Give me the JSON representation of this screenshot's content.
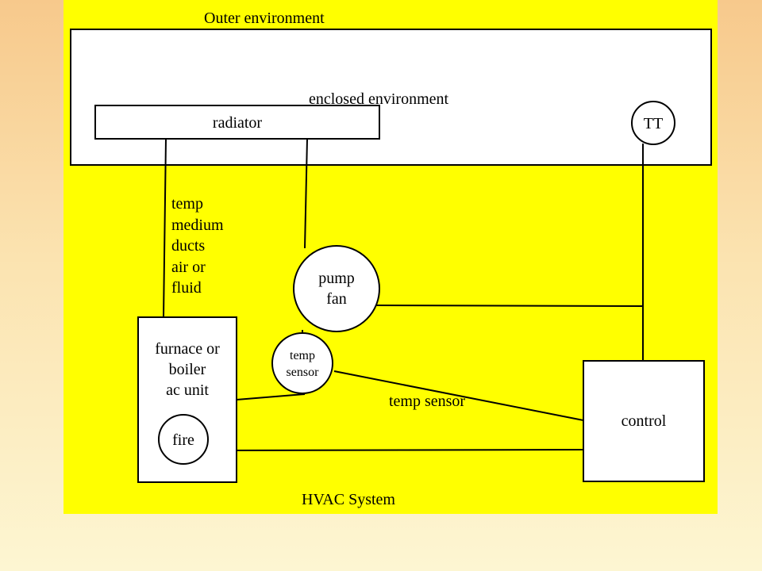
{
  "diagram": {
    "outer_label": "Outer environment",
    "enclosed_label": "enclosed environment",
    "radiator_label": "radiator",
    "tt_label": "TT",
    "medium_lines": [
      "temp",
      "medium",
      "ducts",
      "air or",
      "fluid"
    ],
    "pump_lines": [
      "pump",
      "fan"
    ],
    "furnace_lines": [
      "furnace or",
      "boiler",
      "ac unit"
    ],
    "fire_label": "fire",
    "sensor_lines": [
      "temp",
      "sensor"
    ],
    "temp_sensor_label": "temp sensor",
    "control_label": "control",
    "system_label": "HVAC System"
  },
  "colors": {
    "panel": "#ffff00",
    "box_fill": "#ffffff",
    "stroke": "#000000"
  }
}
